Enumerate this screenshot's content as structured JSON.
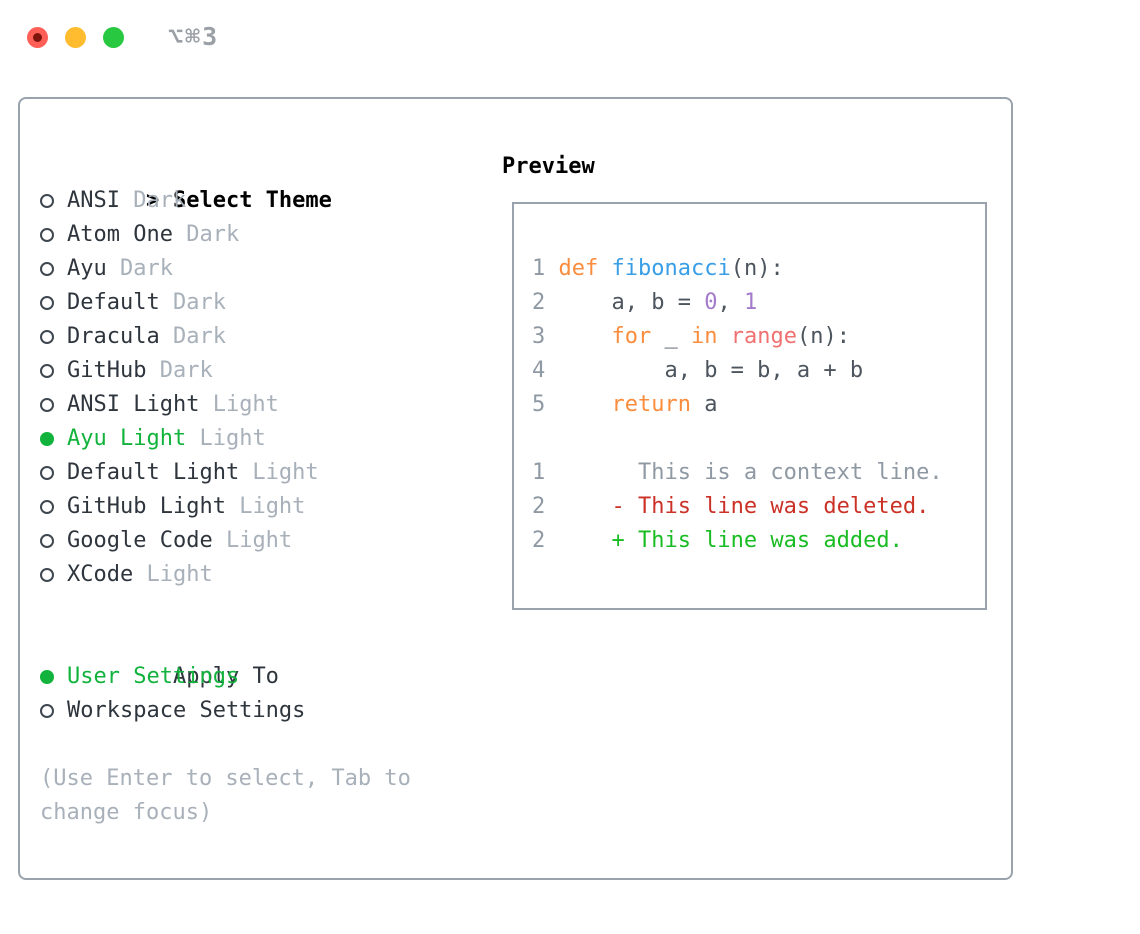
{
  "titlebar": {
    "title": "⌥⌘3",
    "traffic_lights": [
      "close",
      "minimize",
      "zoom"
    ]
  },
  "colors": {
    "accent_green": "#12b33c",
    "panel_border": "#9aa3ad",
    "muted_gray": "#a8b0ba",
    "code_foreground": "#4c545e",
    "line_number": "#8f99a3",
    "syntax_keyword_orange": "#fa8d3e",
    "syntax_function_blue": "#399ee6",
    "syntax_number_purple": "#a37acc",
    "syntax_builtin_coral": "#f07171",
    "diff_deleted_red": "#cb3227",
    "diff_added_green": "#1abc24",
    "traffic_red": "#ff5f57",
    "traffic_yellow": "#febc2e",
    "traffic_green": "#28c840"
  },
  "sidebar": {
    "header": {
      "prompt": ">",
      "label": "Select Theme"
    },
    "themes": [
      {
        "name": "ANSI",
        "tag": "Dark",
        "selected": false
      },
      {
        "name": "Atom One",
        "tag": "Dark",
        "selected": false
      },
      {
        "name": "Ayu",
        "tag": "Dark",
        "selected": false
      },
      {
        "name": "Default",
        "tag": "Dark",
        "selected": false
      },
      {
        "name": "Dracula",
        "tag": "Dark",
        "selected": false
      },
      {
        "name": "GitHub",
        "tag": "Dark",
        "selected": false
      },
      {
        "name": "ANSI Light",
        "tag": "Light",
        "selected": false
      },
      {
        "name": "Ayu Light",
        "tag": "Light",
        "selected": true
      },
      {
        "name": "Default Light",
        "tag": "Light",
        "selected": false
      },
      {
        "name": "GitHub Light",
        "tag": "Light",
        "selected": false
      },
      {
        "name": "Google Code",
        "tag": "Light",
        "selected": false
      },
      {
        "name": "XCode",
        "tag": "Light",
        "selected": false
      }
    ],
    "apply_to": {
      "label": "Apply To",
      "options": [
        {
          "name": "User Settings",
          "selected": true
        },
        {
          "name": "Workspace Settings",
          "selected": false
        }
      ]
    },
    "hint": [
      "(Use Enter to select, Tab to",
      "change focus)"
    ]
  },
  "preview": {
    "title": "Preview",
    "lines": [
      {
        "n": "1",
        "tokens": [
          {
            "c": "fg",
            "t": " "
          },
          {
            "c": "kw",
            "t": "def"
          },
          {
            "c": "fg",
            "t": " "
          },
          {
            "c": "fn",
            "t": "fibonacci"
          },
          {
            "c": "fg",
            "t": "(n):"
          }
        ]
      },
      {
        "n": "2",
        "tokens": [
          {
            "c": "fg",
            "t": "     a, b = "
          },
          {
            "c": "num",
            "t": "0"
          },
          {
            "c": "fg",
            "t": ", "
          },
          {
            "c": "num",
            "t": "1"
          }
        ]
      },
      {
        "n": "3",
        "tokens": [
          {
            "c": "fg",
            "t": "     "
          },
          {
            "c": "kw",
            "t": "for"
          },
          {
            "c": "fg",
            "t": " _ "
          },
          {
            "c": "kw",
            "t": "in"
          },
          {
            "c": "fg",
            "t": " "
          },
          {
            "c": "rng",
            "t": "range"
          },
          {
            "c": "fg",
            "t": "(n):"
          }
        ]
      },
      {
        "n": "4",
        "tokens": [
          {
            "c": "fg",
            "t": "         a, b = b, a + b"
          }
        ]
      },
      {
        "n": "5",
        "tokens": [
          {
            "c": "fg",
            "t": "     "
          },
          {
            "c": "kw",
            "t": "return"
          },
          {
            "c": "fg",
            "t": " a"
          }
        ]
      },
      {
        "n": "",
        "tokens": []
      },
      {
        "n": "1",
        "tokens": [
          {
            "c": "ctx",
            "t": "       This is a context line."
          }
        ]
      },
      {
        "n": "2",
        "tokens": [
          {
            "c": "del",
            "t": "     - This line was deleted."
          }
        ]
      },
      {
        "n": "2",
        "tokens": [
          {
            "c": "add",
            "t": "     + This line was added."
          }
        ]
      }
    ]
  }
}
